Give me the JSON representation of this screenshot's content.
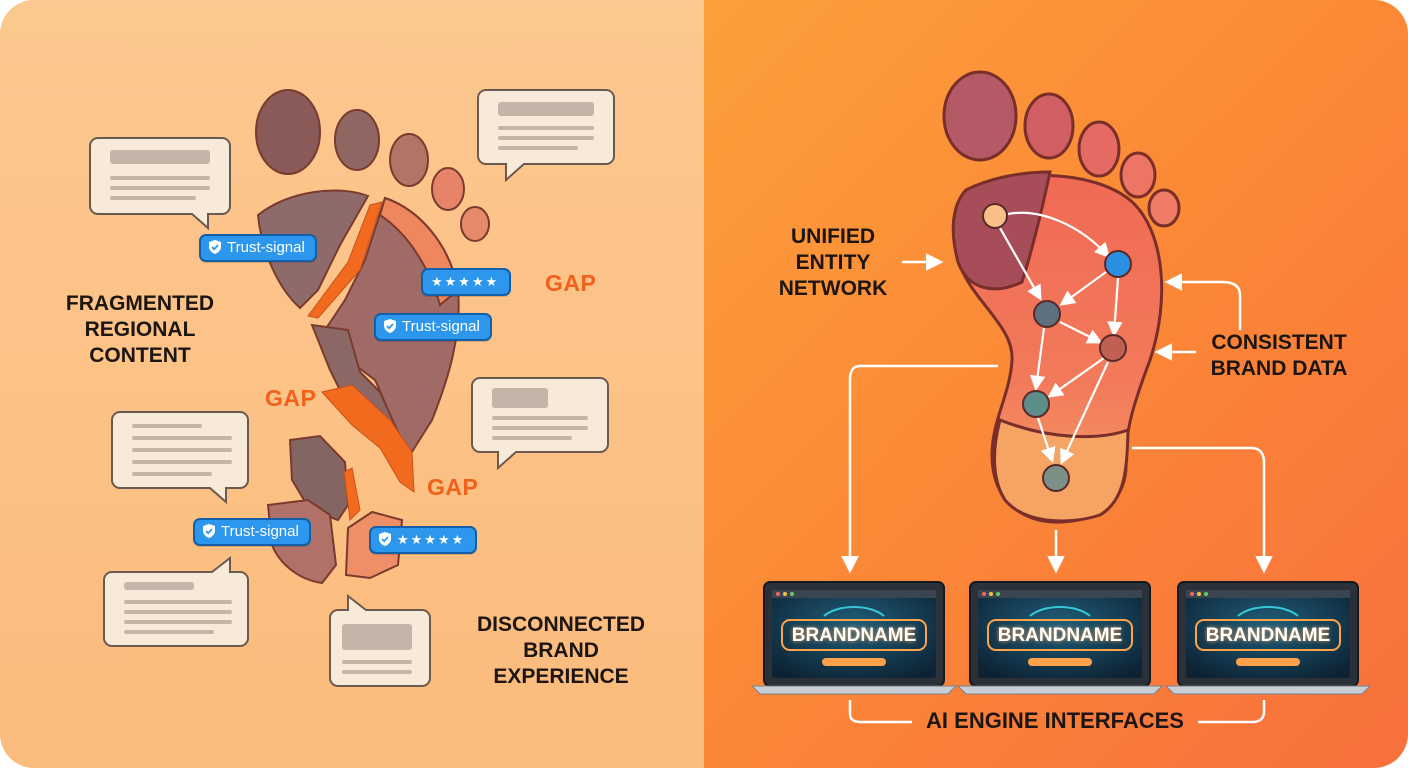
{
  "left_panel": {
    "heading_top": [
      "FRAGMENTED",
      "REGIONAL",
      "CONTENT"
    ],
    "heading_bottom": [
      "DISCONNECTED",
      "BRAND",
      "EXPERIENCE"
    ],
    "gap_labels": [
      "GAP",
      "GAP",
      "GAP"
    ],
    "badges": [
      {
        "kind": "trust",
        "label": "Trust-signal"
      },
      {
        "kind": "stars",
        "label": "★★★★★"
      },
      {
        "kind": "trust",
        "label": "Trust-signal"
      },
      {
        "kind": "trust",
        "label": "Trust-signal"
      },
      {
        "kind": "stars",
        "label": "★★★★★"
      }
    ]
  },
  "right_panel": {
    "label_network": [
      "UNIFIED",
      "ENTITY",
      "NETWORK"
    ],
    "label_consistent": [
      "CONSISTENT",
      "BRAND DATA"
    ],
    "laptops": [
      "BRANDNAME",
      "BRANDNAME",
      "BRANDNAME"
    ],
    "footer_label": "AI ENGINE INTERFACES"
  },
  "colors": {
    "left_bg": "#fcc185",
    "right_bg": "#fb8a36",
    "gap_orange": "#f0611c",
    "badge_blue": "#2c97ec",
    "foot_outline": "#7a3b2e"
  },
  "icons": [
    "shield-check-icon",
    "star-icon",
    "speech-bubble-icon",
    "footprint-icon",
    "laptop-icon",
    "arrow-icon"
  ]
}
